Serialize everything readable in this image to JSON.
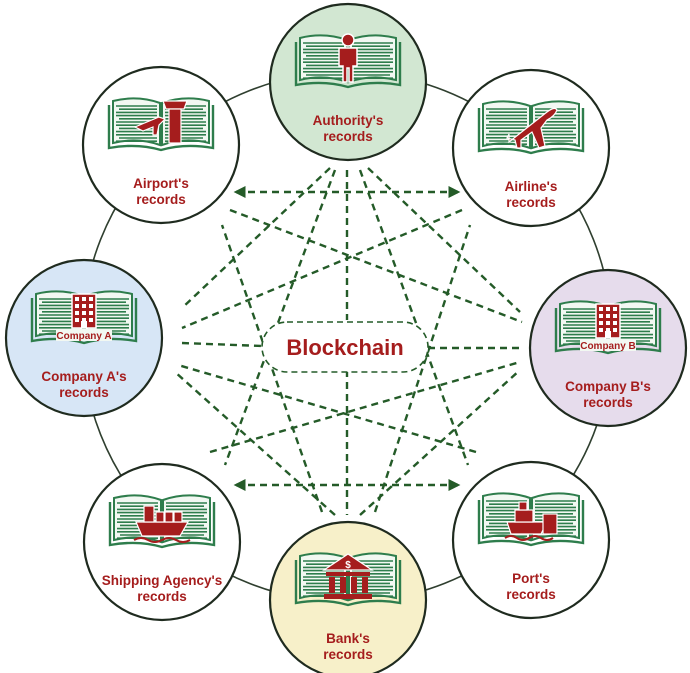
{
  "center": {
    "label": "Blockchain"
  },
  "colors": {
    "ring": "#2f3f2f",
    "dash": "#245b28",
    "text": "#a51d1d",
    "book": "#2e7d4c",
    "book_fill": "#f2f8f2",
    "icon": "#a51d1d",
    "green_node": "#d2e7d2",
    "blue_node": "#d7e6f6",
    "purple_node": "#e6dcec",
    "yellow_node": "#f7f0c9",
    "white_node": "#ffffff"
  },
  "nodes": [
    {
      "id": "authority",
      "line1": "Authority's",
      "line2": "records",
      "icon": "person-icon",
      "color": "green_node"
    },
    {
      "id": "airline",
      "line1": "Airline's",
      "line2": "records",
      "icon": "airplane-icon",
      "color": "white_node"
    },
    {
      "id": "company-b",
      "line1": "Company B's",
      "line2": "records",
      "icon": "building-icon",
      "color": "purple_node",
      "tag": "Company B"
    },
    {
      "id": "port",
      "line1": "Port's",
      "line2": "records",
      "icon": "port-ship-icon",
      "color": "white_node"
    },
    {
      "id": "bank",
      "line1": "Bank's",
      "line2": "records",
      "icon": "bank-icon",
      "color": "yellow_node"
    },
    {
      "id": "shipping",
      "line1": "Shipping Agency's",
      "line2": "records",
      "icon": "cargo-ship-icon",
      "color": "white_node"
    },
    {
      "id": "company-a",
      "line1": "Company A's",
      "line2": "records",
      "icon": "building-icon",
      "color": "blue_node",
      "tag": "Company A"
    },
    {
      "id": "airport",
      "line1": "Airport's",
      "line2": "records",
      "icon": "control-tower-icon",
      "color": "white_node"
    }
  ]
}
